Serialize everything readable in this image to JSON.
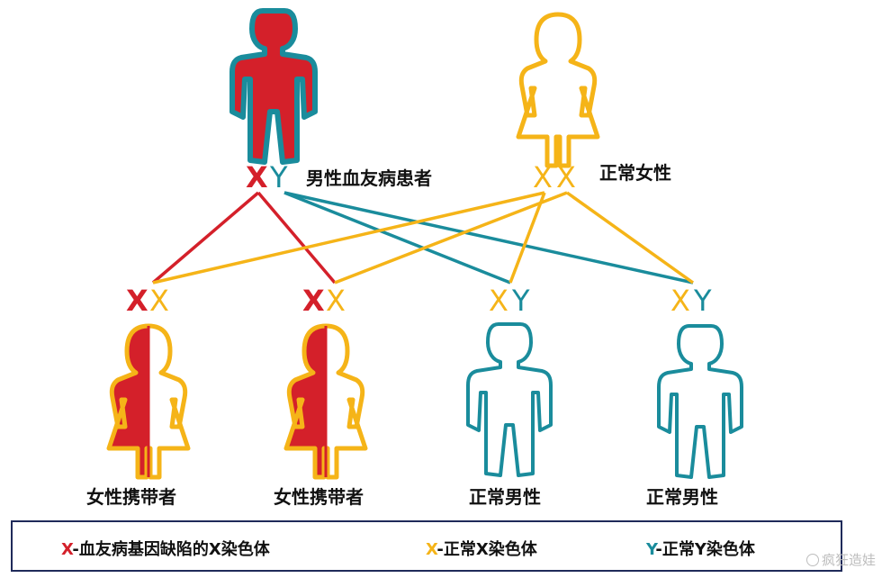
{
  "colors": {
    "defective_x": "#d4202a",
    "normal_x": "#f5b418",
    "y": "#1a8c9c",
    "legend_border": "#1f2a5a",
    "watermark": "#bdbdbd"
  },
  "parents": {
    "father": {
      "chrom_x": "X",
      "chrom_y": "Y",
      "label": "男性血友病患者"
    },
    "mother": {
      "chrom_x1": "X",
      "chrom_x2": "X",
      "label": "正常女性"
    }
  },
  "children": [
    {
      "chrom_a": "X",
      "chrom_b": "X",
      "label": "女性携带者"
    },
    {
      "chrom_a": "X",
      "chrom_b": "X",
      "label": "女性携带者"
    },
    {
      "chrom_a": "X",
      "chrom_b": "Y",
      "label": "正常男性"
    },
    {
      "chrom_a": "X",
      "chrom_b": "Y",
      "label": "正常男性"
    }
  ],
  "legend": [
    {
      "key": "X",
      "text": "-血友病基因缺陷的X染色体"
    },
    {
      "key": "X",
      "text": "-正常X染色体"
    },
    {
      "key": "Y",
      "text": "-正常Y染色体"
    }
  ],
  "watermark": {
    "text": "疯狂造娃",
    "icon": "copyright-circle-icon"
  }
}
